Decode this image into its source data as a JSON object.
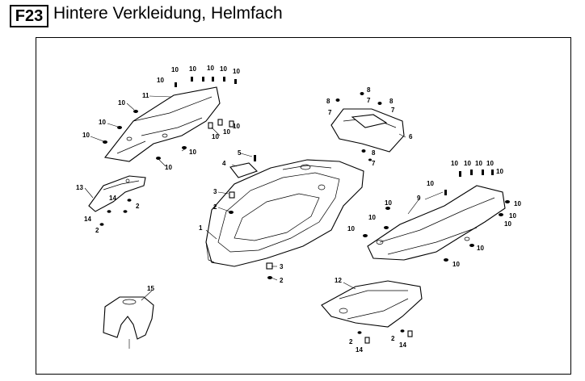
{
  "header": {
    "code": "F23",
    "title": "Hintere Verkleidung, Helmfach"
  },
  "labels": [
    "1",
    "2",
    "3",
    "4",
    "5",
    "6",
    "7",
    "8",
    "9",
    "10",
    "11",
    "12",
    "13",
    "14",
    "15"
  ]
}
